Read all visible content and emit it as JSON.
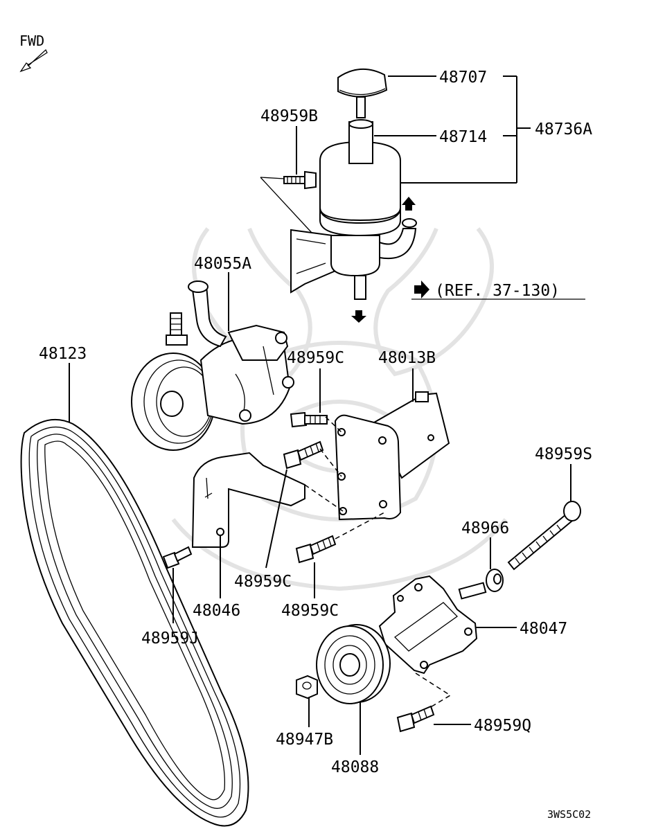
{
  "fwd_label": "FWD",
  "reference": "(REF. 37-130)",
  "drawing_code": "3WS5C02",
  "labels": {
    "p48707": "48707",
    "p48714": "48714",
    "p48736A": "48736A",
    "p48959B": "48959B",
    "p48055A": "48055A",
    "p48123": "48123",
    "p48959C_top": "48959C",
    "p48013B": "48013B",
    "p48959S": "48959S",
    "p48966": "48966",
    "p48959C_mid": "48959C",
    "p48046": "48046",
    "p48959C_low": "48959C",
    "p48959J": "48959J",
    "p48047": "48047",
    "p48959Q": "48959Q",
    "p48947B": "48947B",
    "p48088": "48088"
  },
  "colors": {
    "line": "#000000",
    "background": "#ffffff",
    "watermark": "#e3e3e3"
  }
}
